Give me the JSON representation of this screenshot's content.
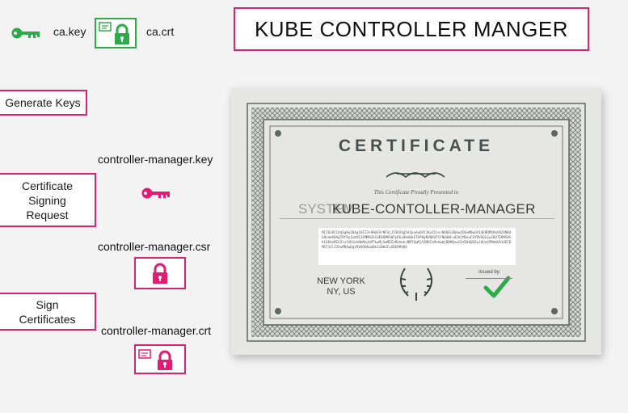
{
  "title": "KUBE CONTROLLER MANGER",
  "ca": {
    "key_label": "ca.key",
    "crt_label": "ca.crt",
    "key_icon": "key-icon",
    "crt_icon": "certificate-icon"
  },
  "steps": [
    {
      "label": "Generate Keys"
    },
    {
      "label": "Certificate\nSigning\nRequest"
    },
    {
      "label": "Sign\nCertificates"
    }
  ],
  "files": {
    "key_label": "controller-manager.key",
    "csr_label": "controller-manager.csr",
    "crt_label": "controller-manager.crt"
  },
  "certificate": {
    "heading": "CERTIFICATE",
    "presented": "This Certificate Proudly Presented to",
    "name_prefix": "SYSTEM",
    "name": "KUBE-CONTOLLER-MANAGER",
    "hash": "MIIDvDCCAqSgAwIBAgIUFZ3+9H6ERrNF4jJIS6VQg5d3paAwDQYJKoZIhvcNAQELBQAwIDEeMBwGA1UEBRMVVmV0ZXN0dG8ndmVBAgTRt9yZwbVEJEMMAGA1UEBQMRSW5yDGx0bmQkETAPBgNVBAUTCFN0dWFudGVjMQswCQYDVQQLEwJDQTERMA8GA1UEAxMIU3lzYXBiUzNhMmJnMTkwMjAwMDIxMzAwhcNMTQwMjA3MDIxMzAwWjBBMQswCQYDVQQGEwJVUzEPMA0GA1UECBMGT3JlZ29uMRAwDgYDVQQHEwdQb3J0bGFuZDERMA8G",
    "location_city": "NEW YORK",
    "location_state": "NY, US",
    "issued_by": "Issued by:"
  },
  "colors": {
    "accent": "#d6246e",
    "green": "#2eaa4a",
    "pink_icon": "#e21c73",
    "cert_border": "#5f6663"
  }
}
